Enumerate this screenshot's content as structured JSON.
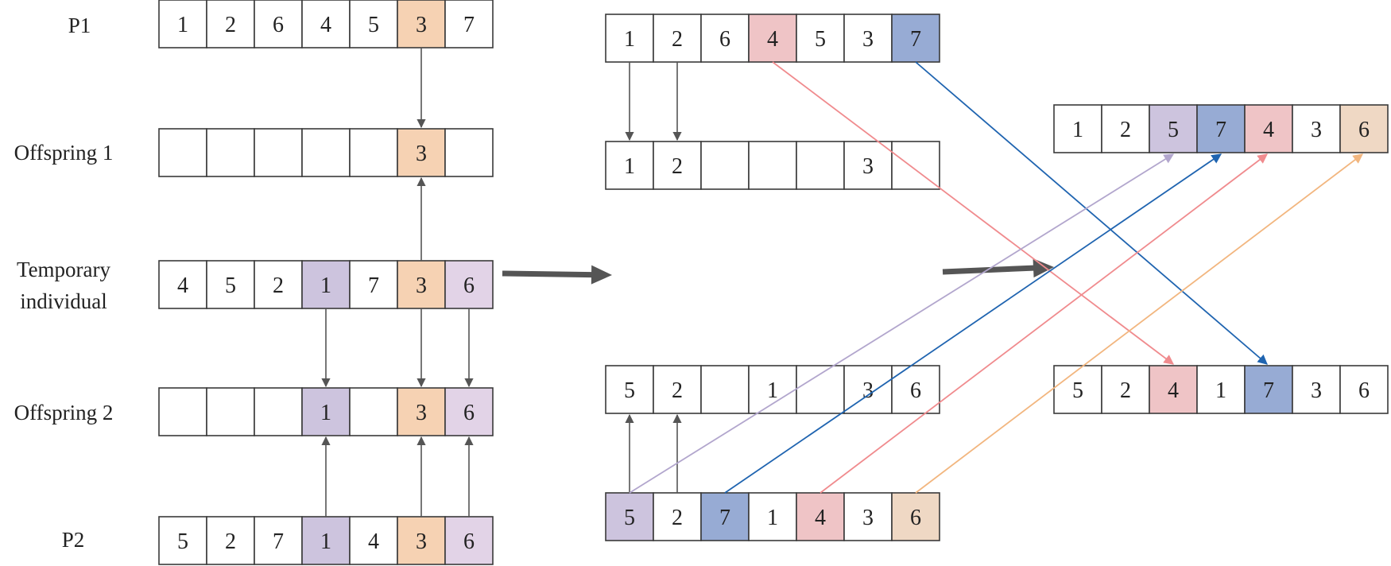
{
  "labels": {
    "p1": "P1",
    "offspring1": "Offspring 1",
    "temporary_line1": "Temporary",
    "temporary_line2": "individual",
    "offspring2": "Offspring 2",
    "p2": "P2"
  },
  "colors": {
    "orange": "#f6d2b3",
    "purple": "#cdc4de",
    "lavender": "#e2d3e7",
    "pink": "#efc4c6",
    "blue": "#97abd4",
    "peach": "#efd8c4",
    "white": "#ffffff",
    "arrow_gray": "#555555",
    "arrow_pink": "#f08b8e",
    "arrow_blue": "#1f64b0",
    "arrow_lavender": "#b2a6cd",
    "arrow_orange": "#f2b67f"
  },
  "rows": {
    "left_p1": [
      "1",
      "2",
      "6",
      "4",
      "5",
      "3",
      "7"
    ],
    "left_p1_colors": [
      "white",
      "white",
      "white",
      "white",
      "white",
      "orange",
      "white"
    ],
    "left_offspring1": [
      "",
      "",
      "",
      "",
      "",
      "3",
      ""
    ],
    "left_offspring1_colors": [
      "white",
      "white",
      "white",
      "white",
      "white",
      "orange",
      "white"
    ],
    "left_temporary": [
      "4",
      "5",
      "2",
      "1",
      "7",
      "3",
      "6"
    ],
    "left_temporary_colors": [
      "white",
      "white",
      "white",
      "purple",
      "white",
      "orange",
      "lavender"
    ],
    "left_offspring2": [
      "",
      "",
      "",
      "1",
      "",
      "3",
      "6"
    ],
    "left_offspring2_colors": [
      "white",
      "white",
      "white",
      "purple",
      "white",
      "orange",
      "lavender"
    ],
    "left_p2": [
      "5",
      "2",
      "7",
      "1",
      "4",
      "3",
      "6"
    ],
    "left_p2_colors": [
      "white",
      "white",
      "white",
      "purple",
      "white",
      "orange",
      "lavender"
    ],
    "mid_top": [
      "1",
      "2",
      "6",
      "4",
      "5",
      "3",
      "7"
    ],
    "mid_top_colors": [
      "white",
      "white",
      "white",
      "pink",
      "white",
      "white",
      "blue"
    ],
    "mid_offspring1": [
      "1",
      "2",
      "",
      "",
      "",
      "3",
      ""
    ],
    "mid_offspring1_colors": [
      "white",
      "white",
      "white",
      "white",
      "white",
      "white",
      "white"
    ],
    "mid_offspring2": [
      "5",
      "2",
      "",
      "1",
      "",
      "3",
      "6"
    ],
    "mid_offspring2_colors": [
      "white",
      "white",
      "white",
      "white",
      "white",
      "white",
      "white"
    ],
    "mid_bottom": [
      "5",
      "2",
      "7",
      "1",
      "4",
      "3",
      "6"
    ],
    "mid_bottom_colors": [
      "purple",
      "white",
      "blue",
      "white",
      "pink",
      "white",
      "peach"
    ],
    "right_top": [
      "1",
      "2",
      "5",
      "7",
      "4",
      "3",
      "6"
    ],
    "right_top_colors": [
      "white",
      "white",
      "purple",
      "blue",
      "pink",
      "white",
      "peach"
    ],
    "right_bottom": [
      "5",
      "2",
      "4",
      "1",
      "7",
      "3",
      "6"
    ],
    "right_bottom_colors": [
      "white",
      "white",
      "pink",
      "white",
      "blue",
      "white",
      "white"
    ]
  }
}
